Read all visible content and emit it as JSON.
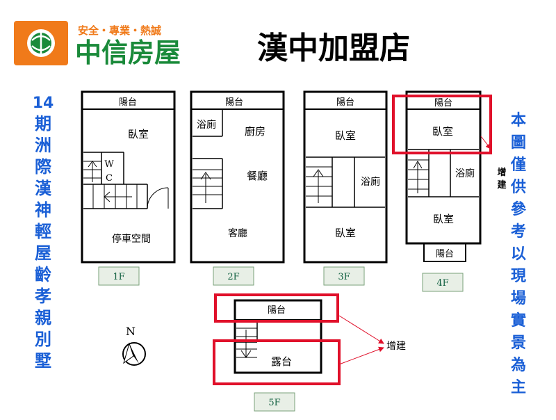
{
  "header": {
    "tagline": "安全・專業・熱誠",
    "brand": "中信房屋",
    "store": "漢中加盟店"
  },
  "side_left": {
    "number": "14",
    "text": "期洲際漢神輕屋齡孝親別墅"
  },
  "side_right": {
    "text": "本圖僅供參考以現場實景為主"
  },
  "floors": {
    "f1": {
      "tag": "1F",
      "balcony": "陽台",
      "bedroom": "臥室",
      "wc_w": "W",
      "wc_c": "C",
      "parking": "停車空間"
    },
    "f2": {
      "tag": "2F",
      "balcony": "陽台",
      "bath": "浴廁",
      "kitchen": "廚房",
      "dining": "餐廳",
      "living": "客廳"
    },
    "f3": {
      "tag": "3F",
      "balcony": "陽台",
      "bedroom_top": "臥室",
      "bath": "浴廁",
      "bedroom_bottom": "臥室"
    },
    "f4": {
      "tag": "4F",
      "balcony_top": "陽台",
      "bedroom_top": "臥室",
      "bath": "浴廁",
      "bedroom_bottom": "臥室",
      "balcony_bottom": "陽台",
      "addition": "增建"
    },
    "f5": {
      "tag": "5F",
      "balcony": "陽台",
      "terrace": "露台",
      "addition": "增建"
    }
  },
  "compass": {
    "label": "N"
  },
  "colors": {
    "brand_green": "#1a8a3a",
    "brand_orange": "#f07a1a",
    "highlight_red": "#e0102a",
    "side_blue": "#1a5fd6",
    "tag_green": "#0f5f3f",
    "tag_bg": "#e8efe6"
  }
}
